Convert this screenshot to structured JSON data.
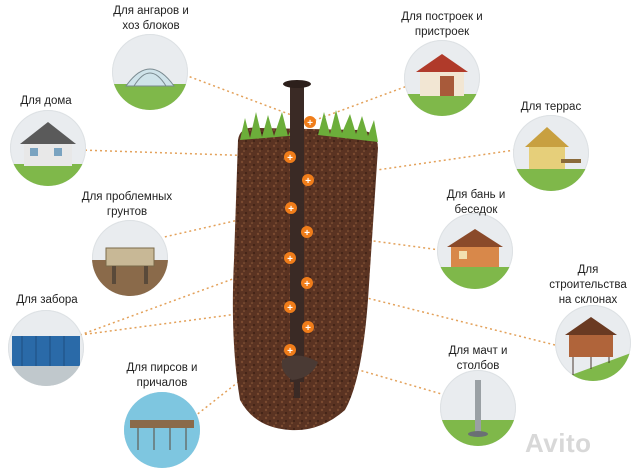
{
  "labels": {
    "hangars": "Для ангаров и\nхоз блоков",
    "buildings": "Для построек и\nпристроек",
    "house": "Для дома",
    "terraces": "Для террас",
    "problem_soils": "Для проблемных\nгрунтов",
    "saunas": "Для бань и\nбеседок",
    "fence": "Для забора",
    "slopes": "Для\nстроительства\nна склонах",
    "piers": "Для пирсов и\nпричалов",
    "masts": "Для мачт и\nстолбов"
  },
  "marker_symbol": "+",
  "watermark": "Avito",
  "colors": {
    "marker": "#f07d1a",
    "dots": "#e3a15a",
    "pile": "#3a2a25",
    "soil": "#5a3322",
    "grass": "#6cae3a"
  }
}
